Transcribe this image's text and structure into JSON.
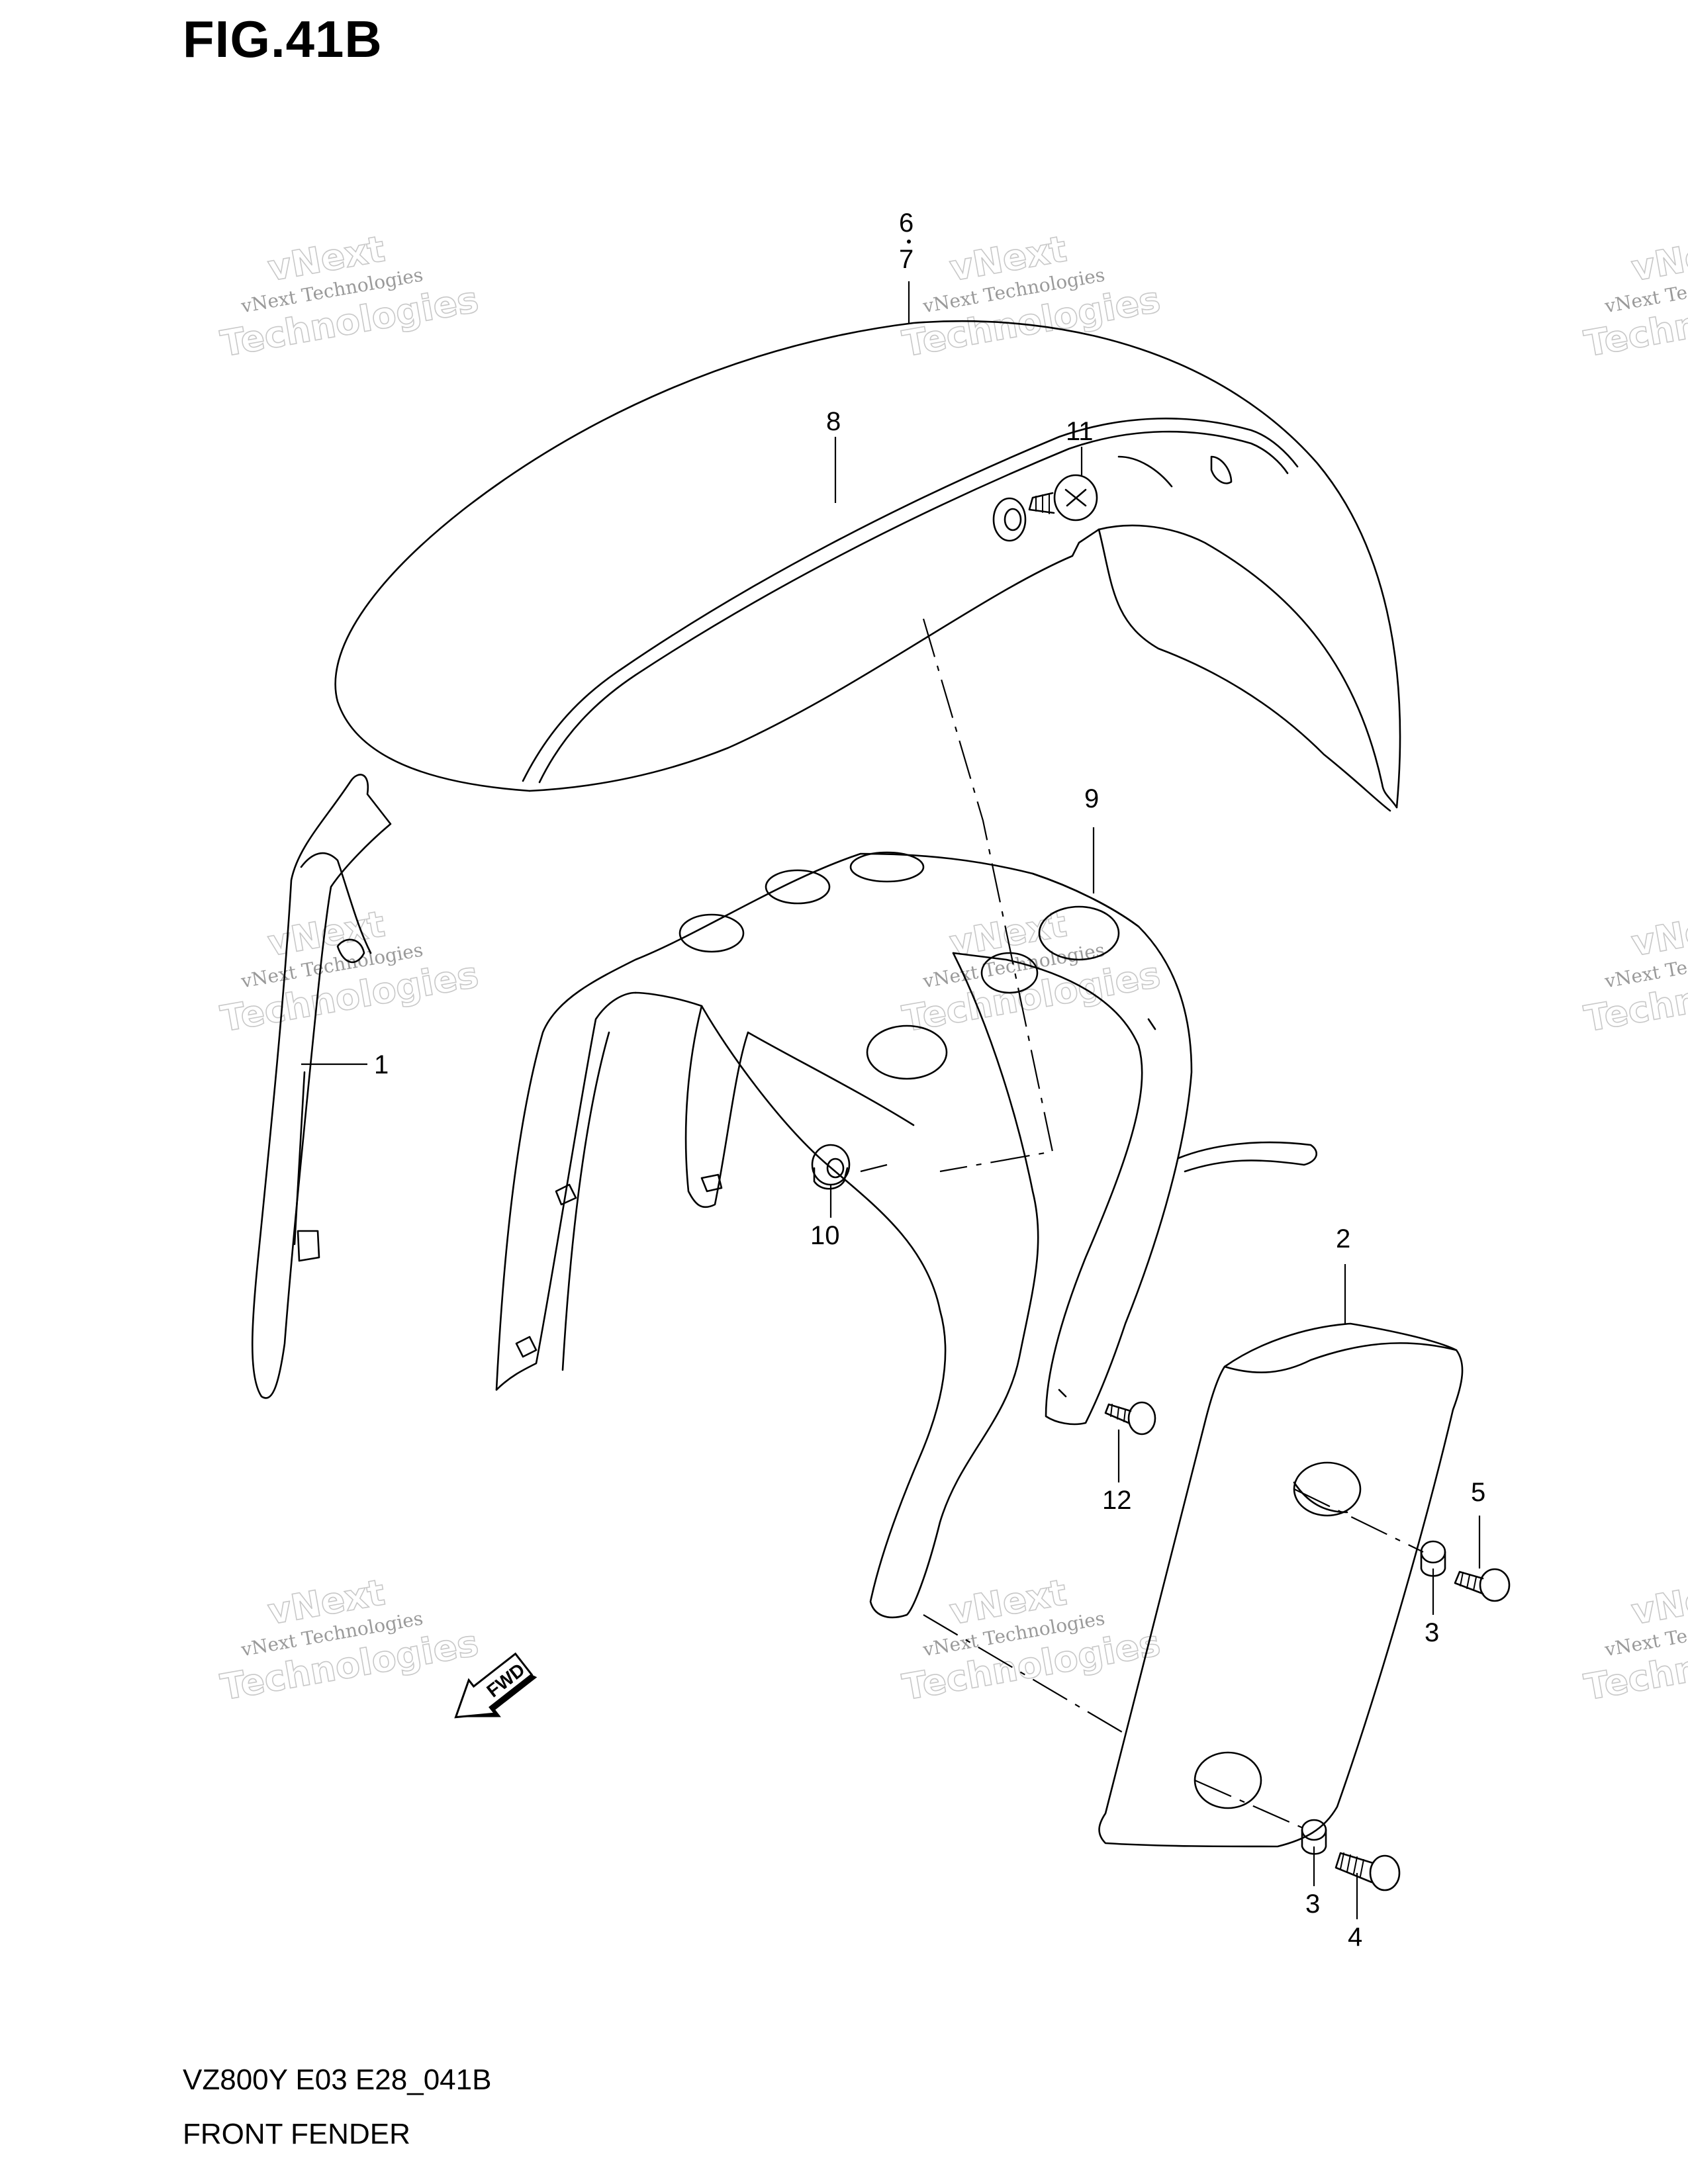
{
  "figure": {
    "title": "FIG.41B"
  },
  "callouts": [
    {
      "id": "6",
      "label": "6"
    },
    {
      "id": "7",
      "label": "7"
    },
    {
      "id": "8",
      "label": "8"
    },
    {
      "id": "11",
      "label": "11"
    },
    {
      "id": "9",
      "label": "9"
    },
    {
      "id": "1",
      "label": "1"
    },
    {
      "id": "10",
      "label": "10"
    },
    {
      "id": "2",
      "label": "2"
    },
    {
      "id": "12",
      "label": "12"
    },
    {
      "id": "5",
      "label": "5"
    },
    {
      "id": "3a",
      "label": "3"
    },
    {
      "id": "3b",
      "label": "3"
    },
    {
      "id": "4",
      "label": "4"
    }
  ],
  "fwd_arrow": {
    "label": "FWD"
  },
  "watermark": {
    "line1": "vNext",
    "line2": "vNext Technologies",
    "line3": "Technologies"
  },
  "footer": {
    "model_code": "VZ800Y E03 E28_041B",
    "section_name": "FRONT FENDER"
  }
}
